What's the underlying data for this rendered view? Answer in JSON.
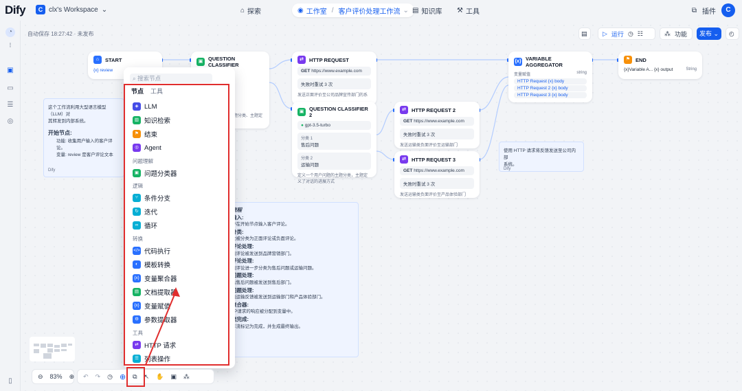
{
  "header": {
    "logo": "Dify",
    "workspace_badge": "C",
    "workspace_name": "clx's Workspace",
    "nav": {
      "explore": "探索",
      "studio": "工作室",
      "app_name": "客户评价处理工作流",
      "knowledge": "知识库",
      "tools": "工具"
    },
    "plugins": "插件",
    "avatar": "C"
  },
  "canvas": {
    "autosave": "自动保存 18:27:42 · 未发布",
    "toolbar": {
      "run": "运行",
      "features": "功能",
      "publish": "发布"
    }
  },
  "nodes": {
    "start": {
      "title": "START",
      "var": "{x} review"
    },
    "qc1": {
      "title": "QUESTION CLASSIFIER",
      "desc": "题分类、主题定"
    },
    "http1": {
      "title": "HTTP REQUEST",
      "method": "GET",
      "url": "https://www.example.com",
      "retry": "失败时重试 3 次",
      "desc": "发送正面评价至公司品牌宣传部门的系"
    },
    "qc2": {
      "title": "QUESTION CLASSIFIER 2",
      "model": "gpt-3.5-turbo",
      "class1_label": "分类 1",
      "class1": "售后问题",
      "class2_label": "分类 2",
      "class2": "运输问题",
      "desc": "定义一个用户问题的主题分类，主题定义了对话的进展方式"
    },
    "http2": {
      "title": "HTTP REQUEST 2",
      "method": "GET",
      "url": "https://www.example.com",
      "retry": "失败时重试 3 次",
      "desc": "发送运输类负面评价至运输部门"
    },
    "http3": {
      "title": "HTTP REQUEST 3",
      "method": "GET",
      "url": "https://www.example.com",
      "retry": "失败时重试 3 次",
      "desc": "发送运输类负面评价至产品体验部门"
    },
    "agg": {
      "title": "VARIABLE AGGREGATOR",
      "sub": "变量赋值",
      "type": "string",
      "items": [
        "HTTP Request {x} body",
        "HTTP Request 2 {x} body",
        "HTTP Request 3 {x} body"
      ]
    },
    "end": {
      "title": "END",
      "var": "{x}Variable A... {x} output",
      "type": "String"
    }
  },
  "notes": {
    "left": {
      "line1": "这个工作流利用大型语言模型（LLM）对",
      "line2": "其转发到内部系统。",
      "heading": "开始节点:",
      "l1": "功能: 收集用户输入的客户评论。",
      "l2": "变量: review 是客户评论文本",
      "author": "Dify"
    },
    "right": {
      "line1": "使用 HTTP 请求将反馈发送至公司内部",
      "line2": "系统。",
      "author": "Dify"
    },
    "center": [
      "流程",
      "输入:",
      "户在开始节点输入客户评论。",
      "分类:",
      "论被分类为正面评论或负面评论。",
      "评论处理:",
      "面评论被发送到品牌营销部门。",
      "评论处理:",
      "面评论进一步分类为售后问题或运输问题。",
      "问题处理:",
      "后售后问题被发送到售后部门。",
      "问题处理:",
      "面运输反馈被发送到运输部门和产品体验部门。",
      "聚合器:",
      "TP请求的响应被分配到变量中。",
      "流完成:",
      "作流标记为完成，并生成最终输出。"
    ]
  },
  "picker": {
    "search_placeholder": "搜索节点",
    "tab_nodes": "节点",
    "tab_tools": "工具",
    "items": [
      {
        "label": "LLM",
        "icon": "brain-icon",
        "color": "#6172f3"
      },
      {
        "label": "知识检索",
        "icon": "book-icon",
        "color": "#16b364"
      },
      {
        "label": "结束",
        "icon": "flag-icon",
        "color": "#f79009"
      },
      {
        "label": "Agent",
        "icon": "agent-icon",
        "color": "#7839ee"
      }
    ],
    "group_understanding": "问题理解",
    "item_classifier": "问题分类器",
    "group_logic": "逻辑",
    "logic_items": [
      "条件分支",
      "迭代",
      "循环"
    ],
    "group_transform": "转换",
    "transform_items": [
      "代码执行",
      "模板转换",
      "变量聚合器",
      "文档提取器",
      "变量赋值",
      "参数提取器"
    ],
    "group_tools": "工具",
    "tool_items": [
      "HTTP 请求",
      "列表操作"
    ]
  },
  "bottom": {
    "zoom": "83%"
  },
  "colors": {
    "accent": "#155eef",
    "highlight": "#e02d2d"
  }
}
